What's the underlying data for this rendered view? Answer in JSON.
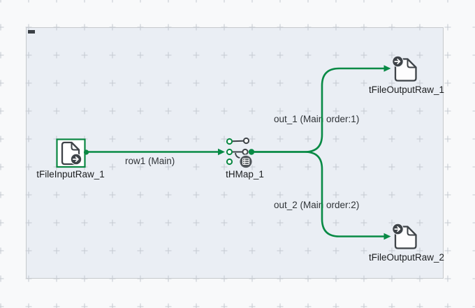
{
  "canvas": {
    "background_color": "#eaeef4",
    "outer_background_color": "#f8f9fa",
    "border_color": "#c6c9cc",
    "grid_cross_color": "#c6cbd2",
    "connection_color": "#088a45",
    "selection_color": "#0a8742",
    "icon_dark_color": "#3e4348"
  },
  "components": [
    {
      "label": "tFileInputRaw_1",
      "type": "file-input",
      "selected": true
    },
    {
      "label": "tHMap_1",
      "type": "hmap",
      "selected": false
    },
    {
      "label": "tFileOutputRaw_1",
      "type": "file-output",
      "selected": false
    },
    {
      "label": "tFileOutputRaw_2",
      "type": "file-output",
      "selected": false
    }
  ],
  "connections": [
    {
      "label": "row1 (Main)",
      "from": "tFileInputRaw_1",
      "to": "tHMap_1"
    },
    {
      "label": "out_1 (Main order:1)",
      "from": "tHMap_1",
      "to": "tFileOutputRaw_1"
    },
    {
      "label": "out_2 (Main order:2)",
      "from": "tHMap_1",
      "to": "tFileOutputRaw_2"
    }
  ],
  "icons": {
    "file_input": "document-with-arrow-badge",
    "hmap": "mapping-ports-with-table-badge",
    "file_output": "document-with-arrow-badge"
  }
}
